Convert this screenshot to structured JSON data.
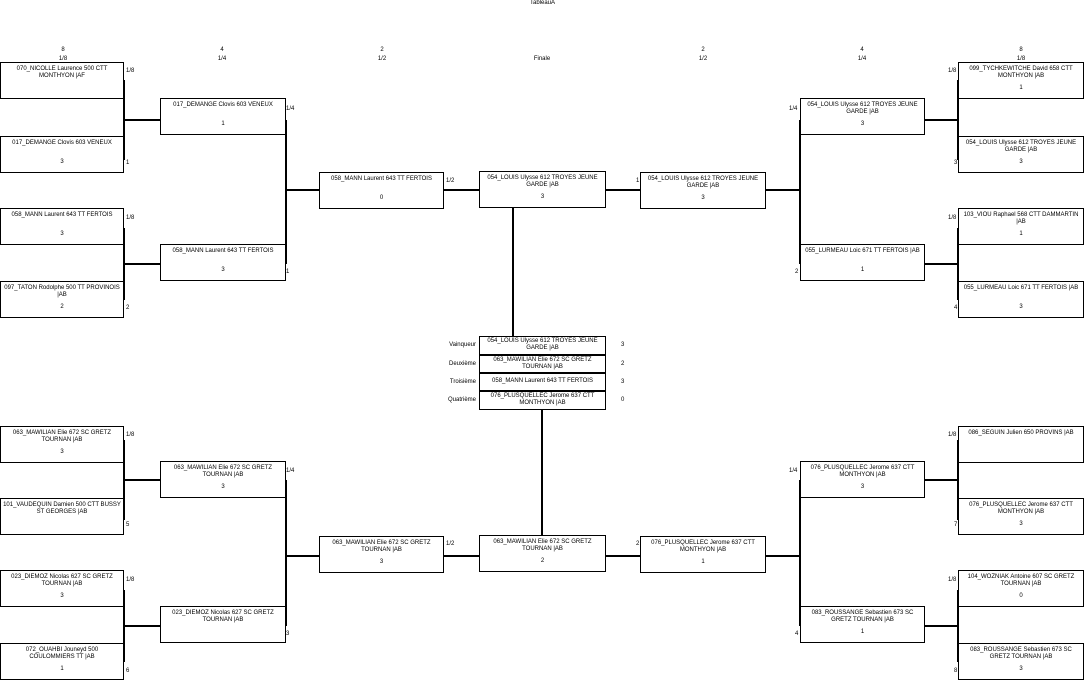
{
  "title": "TableauA",
  "round_headers": [
    {
      "count": "8",
      "label": "1/8"
    },
    {
      "count": "4",
      "label": "1/4"
    },
    {
      "count": "2",
      "label": "1/2"
    },
    {
      "count": "",
      "label": "Finale"
    },
    {
      "count": "2",
      "label": "1/2"
    },
    {
      "count": "4",
      "label": "1/4"
    },
    {
      "count": "8",
      "label": "1/8"
    }
  ],
  "boxes": [
    {
      "name": "070_NICOLLE Laurence 500 CTT MONTHYON |AF",
      "score": ""
    },
    {
      "name": "017_DEMANGE Clovis 603 VENEUX",
      "score": "3"
    },
    {
      "name": "058_MANN Laurent 643 TT FERTOIS",
      "score": "3"
    },
    {
      "name": "097_TATON Rodolphe 500 TT PROVINOIS |AB",
      "score": "2"
    },
    {
      "name": "063_MAWILIAN Elie 672 SC GRETZ TOURNAN |AB",
      "score": "3"
    },
    {
      "name": "101_VAUDEQUIN Damien 500 CTT BUSSY ST GEORGES |AB",
      "score": ""
    },
    {
      "name": "023_DIEMOZ Nicolas 627 SC GRETZ TOURNAN |AB",
      "score": "3"
    },
    {
      "name": "072_OUAHBI Jouneyd 500 COULOMMIERS TT |AB",
      "score": "1"
    },
    {
      "name": "017_DEMANGE Clovis 603 VENEUX",
      "score": "1"
    },
    {
      "name": "058_MANN Laurent 643 TT FERTOIS",
      "score": "3"
    },
    {
      "name": "063_MAWILIAN Elie 672 SC GRETZ TOURNAN |AB",
      "score": "3"
    },
    {
      "name": "023_DIEMOZ Nicolas 627 SC GRETZ TOURNAN |AB",
      "score": ""
    },
    {
      "name": "058_MANN Laurent 643 TT FERTOIS",
      "score": "0"
    },
    {
      "name": "063_MAWILIAN Elie 672 SC GRETZ TOURNAN |AB",
      "score": "3"
    },
    {
      "name": "054_LOUIS Ulysse 612 TROYES JEUNE GARDE |AB",
      "score": "3"
    },
    {
      "name": "063_MAWILIAN Elie 672 SC GRETZ TOURNAN |AB",
      "score": "2"
    },
    {
      "name": "054_LOUIS Ulysse 612 TROYES JEUNE GARDE |AB",
      "score": "3"
    },
    {
      "name": "076_PLUSQUELLEC Jerome 637 CTT MONTHYON |AB",
      "score": "1"
    },
    {
      "name": "054_LOUIS Ulysse 612 TROYES JEUNE GARDE |AB",
      "score": "3"
    },
    {
      "name": "055_LURMEAU Loic 671 TT FERTOIS |AB",
      "score": "1"
    },
    {
      "name": "076_PLUSQUELLEC Jerome 637 CTT MONTHYON |AB",
      "score": "3"
    },
    {
      "name": "083_ROUSSANGE Sebastien 673 SC GRETZ TOURNAN |AB",
      "score": "1"
    },
    {
      "name": "099_TYCHKEWITCHE David 658 CTT MONTHYON |AB",
      "score": "1"
    },
    {
      "name": "054_LOUIS Ulysse 612 TROYES JEUNE GARDE |AB",
      "score": "3"
    },
    {
      "name": "103_VIOU Raphael 568 CTT DAMMARTIN |AB",
      "score": "1"
    },
    {
      "name": "055_LURMEAU Loic 671 TT FERTOIS |AB",
      "score": "3"
    },
    {
      "name": "086_SEGUIN Julien 650 PROVINS |AB",
      "score": ""
    },
    {
      "name": "076_PLUSQUELLEC Jerome 637 CTT MONTHYON |AB",
      "score": "3"
    },
    {
      "name": "104_WOZNIAK Antoine 607 SC GRETZ TOURNAN |AB",
      "score": "0"
    },
    {
      "name": "083_ROUSSANGE Sebastien 673 SC GRETZ TOURNAN |AB",
      "score": "3"
    }
  ],
  "side_marks": [
    "1/8",
    "1",
    "1/8",
    "2",
    "1/8",
    "5",
    "1/8",
    "6",
    "1/4",
    "1",
    "1/4",
    "3",
    "1/2",
    "1/2",
    "1",
    "2",
    "1/4",
    "2",
    "1/4",
    "4",
    "1/8",
    "3",
    "1/8",
    "4",
    "1/8",
    "7",
    "1/8",
    "8"
  ],
  "podium": [
    {
      "rank": "Vainqueur",
      "name": "054_LOUIS Ulysse 612 TROYES JEUNE GARDE |AB",
      "score": "3"
    },
    {
      "rank": "Deuxième",
      "name": "063_MAWILIAN Elie 672 SC GRETZ TOURNAN |AB",
      "score": "2"
    },
    {
      "rank": "Troisième",
      "name": "058_MANN Laurent 643 TT FERTOIS",
      "score": "3"
    },
    {
      "rank": "Quatrième",
      "name": "076_PLUSQUELLEC Jerome 637 CTT MONTHYON |AB",
      "score": "0"
    }
  ]
}
